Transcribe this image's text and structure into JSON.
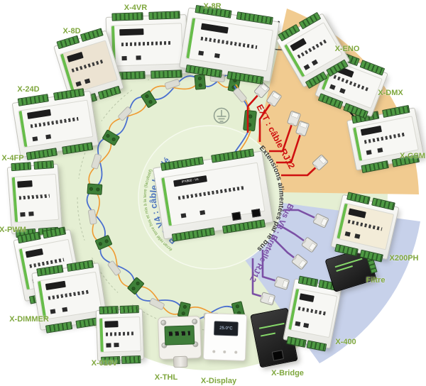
{
  "diagram": {
    "center_label": "IPX800 - V4",
    "display_screen": "25.0°C",
    "ring": {
      "bus_v4": "Bus V4 : câble blindé",
      "bus_v4_note": "écran relié terre bus et mis à la terre (facultatif)",
      "extensions": "Extensions alimentées par le bus"
    },
    "zones": {
      "ext_label": "EXT : câble RJ12",
      "bus_v3_label": "Bus V3 : Bretelle RJ12"
    },
    "colors": {
      "circle": "#e5efd3",
      "inner_circle": "#e9f2d9",
      "ext_zone": "#f1cb90",
      "bus_v3_zone": "#c7d1ea",
      "label_green": "#7fa73e",
      "ext_text": "#cf1010",
      "bus_v3_text": "#7b50a5",
      "bus_v4_text": "#4d74bf",
      "note_green": "#6fa043",
      "wire_blue": "#4a6fd0",
      "wire_orange": "#f09a30"
    },
    "devices": [
      {
        "id": "x-4vr",
        "label": "X-4VR"
      },
      {
        "id": "x-8r",
        "label": "X-8R"
      },
      {
        "id": "x-8d",
        "label": "X-8D"
      },
      {
        "id": "x-24d",
        "label": "X-24D"
      },
      {
        "id": "x-4fp",
        "label": "X-4FP"
      },
      {
        "id": "x-pwm",
        "label": "X-PWM"
      },
      {
        "id": "x-dimmer",
        "label": "X-DIMMER"
      },
      {
        "id": "x-010v",
        "label": "X-010V"
      },
      {
        "id": "x-thl",
        "label": "X-THL"
      },
      {
        "id": "x-display",
        "label": "X-Display"
      },
      {
        "id": "x-bridge",
        "label": "X-Bridge"
      },
      {
        "id": "x-400",
        "label": "X-400"
      },
      {
        "id": "filtre",
        "label": "Filtre"
      },
      {
        "id": "x200ph",
        "label": "X200PH"
      },
      {
        "id": "x-gsm",
        "label": "X-GSM"
      },
      {
        "id": "x-dmx",
        "label": "X-DMX"
      },
      {
        "id": "x-eno",
        "label": "X-ENO"
      }
    ]
  }
}
